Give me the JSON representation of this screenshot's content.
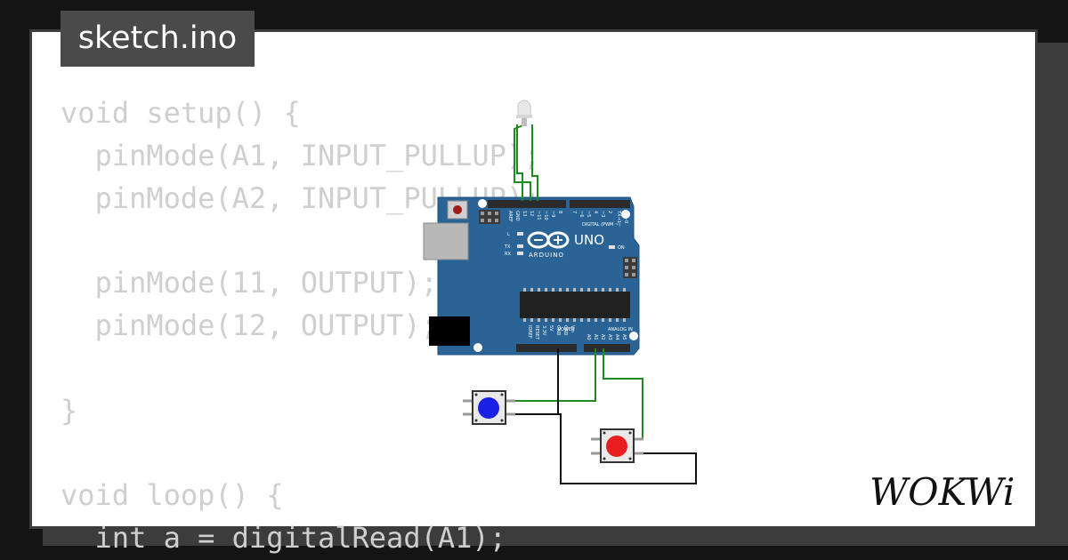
{
  "sketch": {
    "filename": "sketch.ino"
  },
  "code": {
    "lines": [
      "void setup() {",
      "  pinMode(A1, INPUT_PULLUP);",
      "  pinMode(A2, INPUT_PULLUP);",
      "",
      "  pinMode(11, OUTPUT);",
      "  pinMode(12, OUTPUT);",
      "",
      "}",
      "",
      "void loop() {",
      "  int a = digitalRead(A1);"
    ]
  },
  "board": {
    "model": "UNO",
    "brand": "ARDUINO",
    "digital_label": "DIGITAL (PWM ~)",
    "analog_label": "ANALOG IN",
    "power_label": "POWER",
    "on_label": "ON",
    "l_label": "L",
    "tx_label": "TX",
    "rx_label": "RX",
    "top_pins": [
      "AREF",
      "GND",
      "13",
      "12",
      "~11",
      "~10",
      "~9",
      "8",
      "7",
      "~6",
      "~5",
      "4",
      "~3",
      "2",
      "TX→1",
      "RX←0"
    ],
    "power_pins": [
      "IOREF",
      "RESET",
      "3.3V",
      "5V",
      "GND",
      "GND",
      "Vin"
    ],
    "analog_pins": [
      "A0",
      "A1",
      "A2",
      "A3",
      "A4",
      "A5"
    ]
  },
  "components": {
    "button_blue": {
      "color": "#1a22e8"
    },
    "button_red": {
      "color": "#e81e1e"
    },
    "led": {
      "color": "#e8e8e8"
    }
  },
  "colors": {
    "board": "#2a6496",
    "wire_signal": "#1f8a1f",
    "wire_ground": "#111111",
    "code_text": "#cfcfcf",
    "title_bg": "#4a4a4a"
  },
  "branding": {
    "logo": "WOKWi"
  }
}
